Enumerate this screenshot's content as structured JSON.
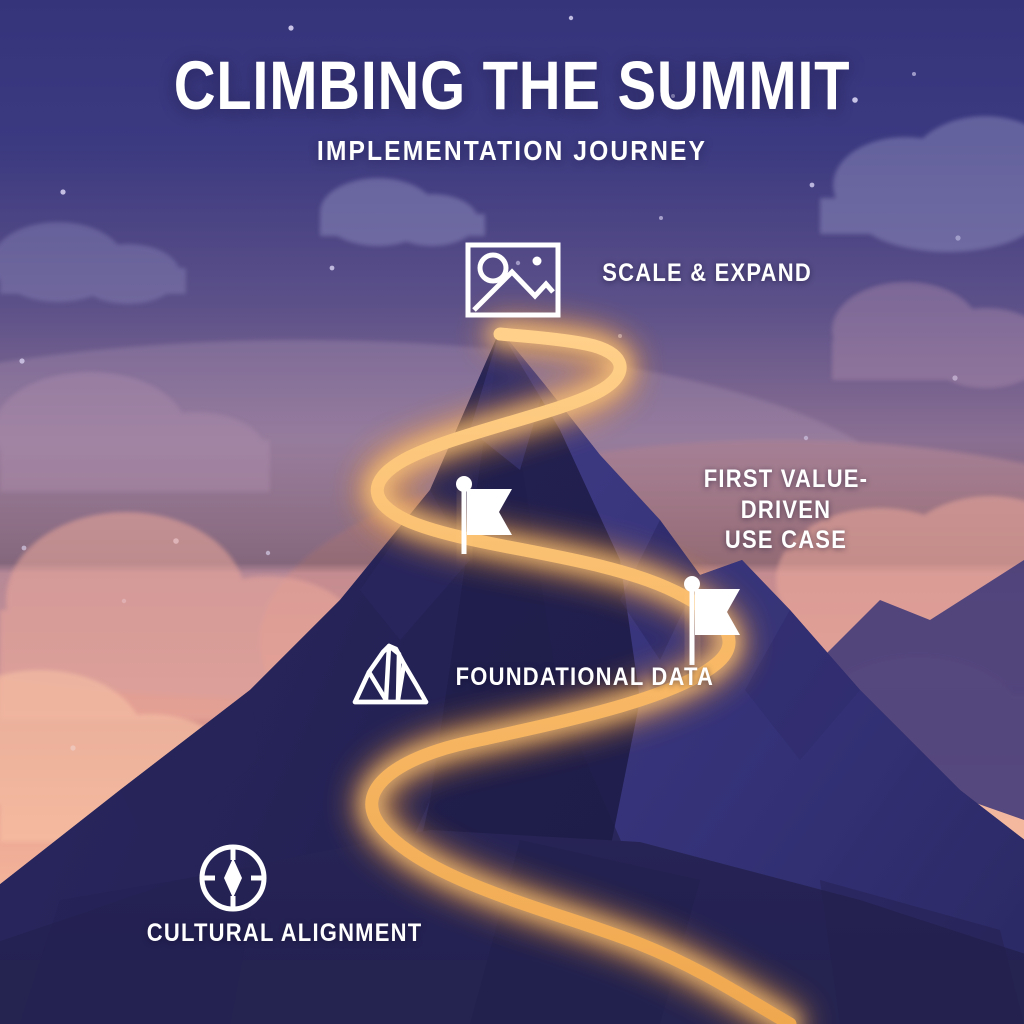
{
  "header": {
    "title": "CLIMBING THE SUMMIT",
    "subtitle": "IMPLEMENTATION JOURNEY"
  },
  "colors": {
    "sky_top": "#363479",
    "sky_mid": "#8a6f92",
    "sky_rose": "#c58a8a",
    "sky_horizon": "#f5b094",
    "mountain_dark": "#262457",
    "mountain_mid": "#302e6b",
    "mountain_light": "#453f86",
    "mountain_base": "#25235a",
    "path": "#f7b563",
    "path_glow": "#ffb347",
    "text": "#ffffff",
    "cloud_violet": "#7d7ba8",
    "cloud_pink": "#e8a598",
    "cloud_peach": "#f6b9a1",
    "star": "#dcd8f5"
  },
  "milestones": [
    {
      "id": "scale-expand",
      "label": "SCALE & EXPAND",
      "icon": "image-landscape-icon",
      "order": 4
    },
    {
      "id": "first-value-driven-use-case",
      "label": "FIRST VALUE-DRIVEN\nUSE CASE",
      "icon": "flag-icon",
      "order": 3
    },
    {
      "id": "foundational-data",
      "label": "FOUNDATIONAL DATA",
      "icon": "rock-boulder-icon",
      "order": 2
    },
    {
      "id": "cultural-alignment",
      "label": "CULTURAL ALIGNMENT",
      "icon": "compass-icon",
      "order": 1
    }
  ],
  "markers": [
    {
      "id": "flag-upper",
      "icon": "flag-icon"
    },
    {
      "id": "flag-lower",
      "icon": "flag-icon"
    }
  ]
}
